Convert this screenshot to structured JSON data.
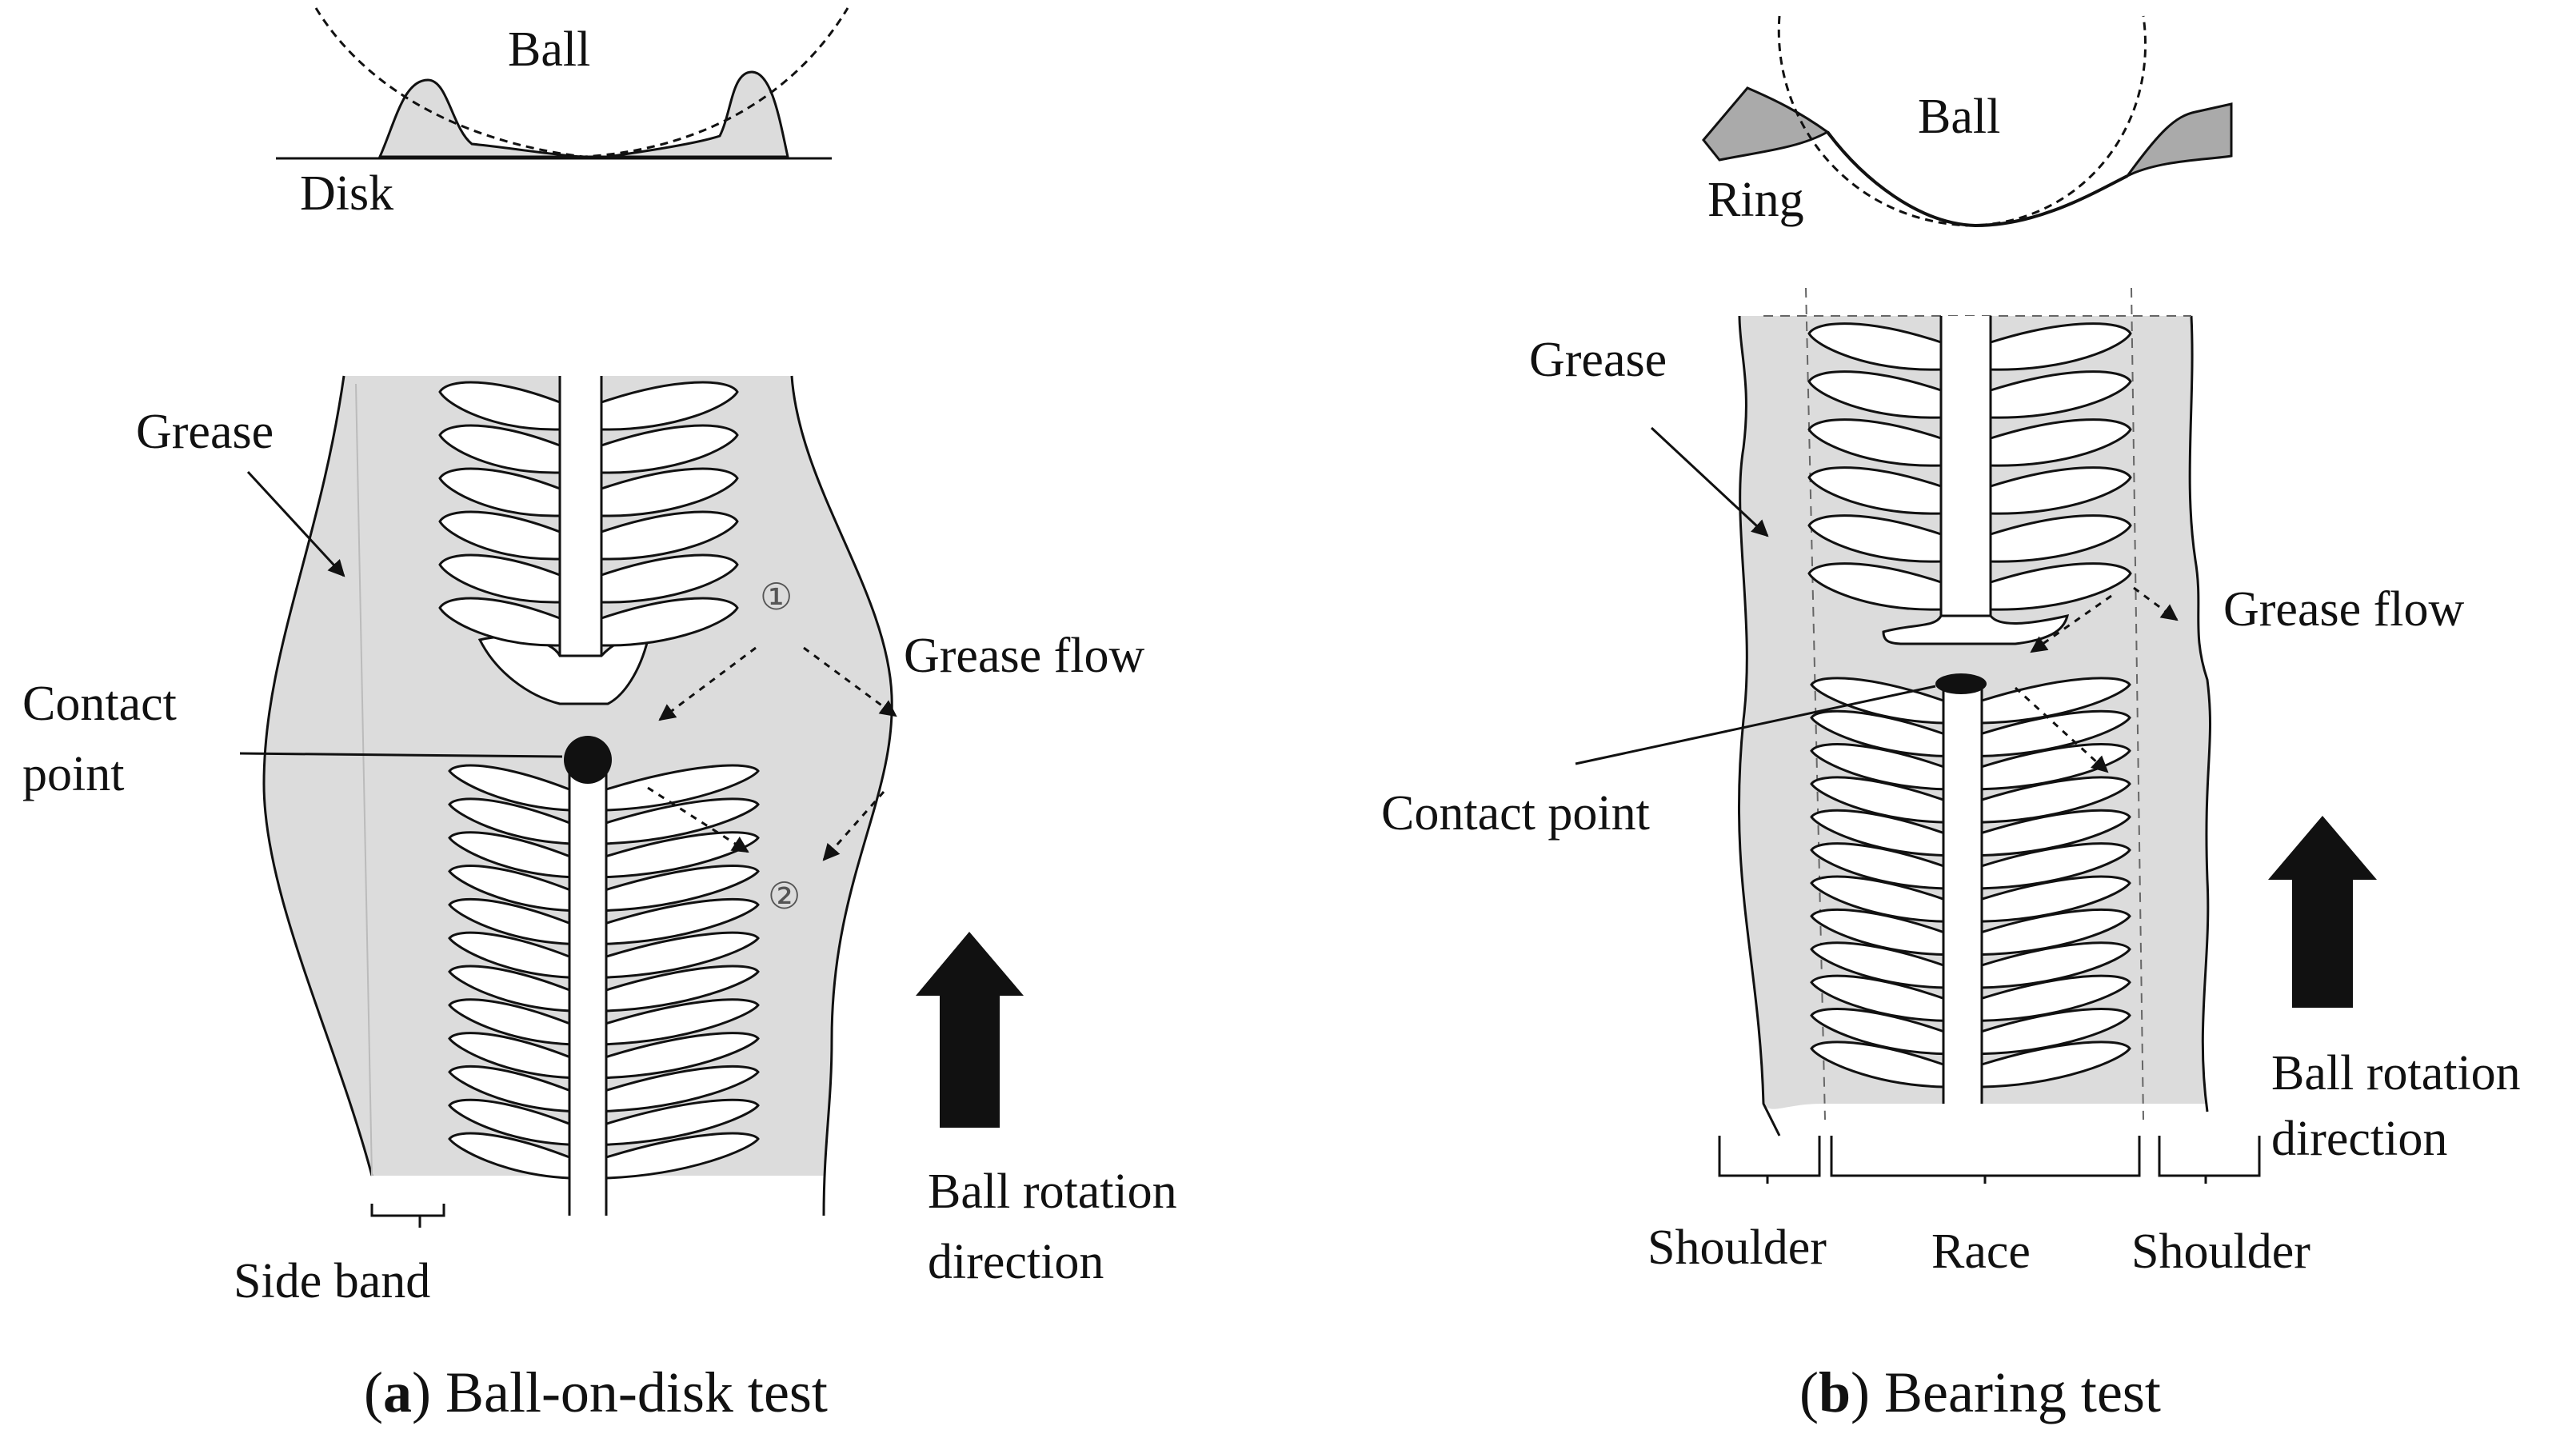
{
  "panel_a": {
    "top": {
      "ball": "Ball",
      "disk": "Disk"
    },
    "labels": {
      "grease": "Grease",
      "grease_flow": "Grease flow",
      "contact_point_line1": "Contact",
      "contact_point_line2": "point",
      "marker_1": "①",
      "marker_2": "②",
      "side_band": "Side band",
      "ball_rotation_line1": "Ball rotation",
      "ball_rotation_line2": "direction"
    },
    "caption": {
      "letter": "a",
      "text": " Ball-on-disk test"
    }
  },
  "panel_b": {
    "top": {
      "ball": "Ball",
      "ring": "Ring"
    },
    "labels": {
      "grease": "Grease",
      "grease_flow": "Grease flow",
      "contact_point": "Contact point",
      "ball_rotation_line1": "Ball rotation",
      "ball_rotation_line2": "direction",
      "shoulder_left": "Shoulder",
      "race": "Race",
      "shoulder_right": "Shoulder"
    },
    "caption": {
      "letter": "b",
      "text": " Bearing test"
    }
  },
  "colors": {
    "grease_fill": "#dcdcdc",
    "ink": "#111111",
    "marker_ink": "#555555"
  }
}
